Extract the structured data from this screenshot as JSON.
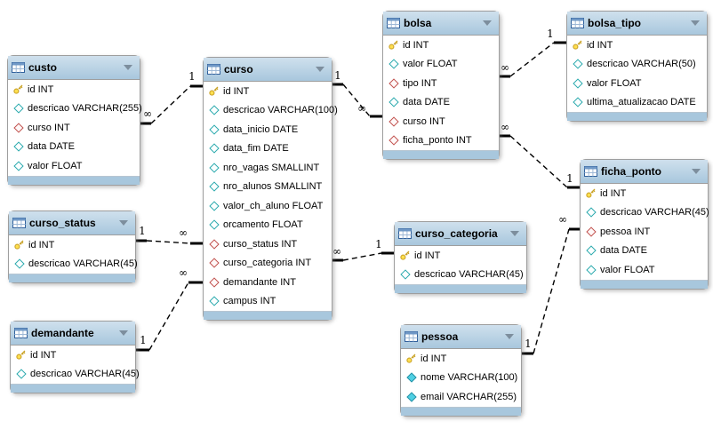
{
  "diagram": {
    "colors": {
      "table_header": "#a8c7dd",
      "table_border": "#9e9e9e",
      "column_diamond": "#2aa9ad",
      "foreign_key_diamond": "#c0504d",
      "notnull_diamond_fill": "#4fd0e4",
      "primary_key": "#ffdf4f",
      "relationship_line": "#000000"
    },
    "tables": [
      {
        "title": "custo",
        "icon": "table-icon",
        "collapse_icon": "collapse-arrow-icon",
        "fields": [
          {
            "icon": "primary-key-icon",
            "text": "id INT"
          },
          {
            "icon": "column-diamond-icon",
            "text": "descricao VARCHAR(255)"
          },
          {
            "icon": "fk-diamond-icon",
            "text": "curso INT"
          },
          {
            "icon": "column-diamond-icon",
            "text": "data DATE"
          },
          {
            "icon": "column-diamond-icon",
            "text": "valor FLOAT"
          }
        ]
      },
      {
        "title": "curso_status",
        "icon": "table-icon",
        "collapse_icon": "collapse-arrow-icon",
        "fields": [
          {
            "icon": "primary-key-icon",
            "text": "id INT"
          },
          {
            "icon": "column-diamond-icon",
            "text": "descricao VARCHAR(45)"
          }
        ]
      },
      {
        "title": "demandante",
        "icon": "table-icon",
        "collapse_icon": "collapse-arrow-icon",
        "fields": [
          {
            "icon": "primary-key-icon",
            "text": "id INT"
          },
          {
            "icon": "column-diamond-icon",
            "text": "descricao VARCHAR(45)"
          }
        ]
      },
      {
        "title": "curso",
        "icon": "table-icon",
        "collapse_icon": "collapse-arrow-icon",
        "fields": [
          {
            "icon": "primary-key-icon",
            "text": "id INT"
          },
          {
            "icon": "column-diamond-icon",
            "text": "descricao VARCHAR(100)"
          },
          {
            "icon": "column-diamond-icon",
            "text": "data_inicio DATE"
          },
          {
            "icon": "column-diamond-icon",
            "text": "data_fim DATE"
          },
          {
            "icon": "column-diamond-icon",
            "text": "nro_vagas SMALLINT"
          },
          {
            "icon": "column-diamond-icon",
            "text": "nro_alunos SMALLINT"
          },
          {
            "icon": "column-diamond-icon",
            "text": "valor_ch_aluno FLOAT"
          },
          {
            "icon": "column-diamond-icon",
            "text": "orcamento FLOAT"
          },
          {
            "icon": "fk-diamond-icon",
            "text": "curso_status INT"
          },
          {
            "icon": "fk-diamond-icon",
            "text": "curso_categoria INT"
          },
          {
            "icon": "fk-diamond-icon",
            "text": "demandante INT"
          },
          {
            "icon": "column-diamond-icon",
            "text": "campus INT"
          }
        ]
      },
      {
        "title": "bolsa",
        "icon": "table-icon",
        "collapse_icon": "collapse-arrow-icon",
        "fields": [
          {
            "icon": "primary-key-icon",
            "text": "id INT"
          },
          {
            "icon": "column-diamond-icon",
            "text": "valor FLOAT"
          },
          {
            "icon": "fk-diamond-icon",
            "text": "tipo INT"
          },
          {
            "icon": "column-diamond-icon",
            "text": "data DATE"
          },
          {
            "icon": "fk-diamond-icon",
            "text": "curso INT"
          },
          {
            "icon": "fk-diamond-icon",
            "text": "ficha_ponto INT"
          }
        ]
      },
      {
        "title": "bolsa_tipo",
        "icon": "table-icon",
        "collapse_icon": "collapse-arrow-icon",
        "fields": [
          {
            "icon": "primary-key-icon",
            "text": "id INT"
          },
          {
            "icon": "column-diamond-icon",
            "text": "descricao VARCHAR(50)"
          },
          {
            "icon": "column-diamond-icon",
            "text": "valor FLOAT"
          },
          {
            "icon": "column-diamond-icon",
            "text": "ultima_atualizacao DATE"
          }
        ]
      },
      {
        "title": "ficha_ponto",
        "icon": "table-icon",
        "collapse_icon": "collapse-arrow-icon",
        "fields": [
          {
            "icon": "primary-key-icon",
            "text": "id INT"
          },
          {
            "icon": "column-diamond-icon",
            "text": "descricao VARCHAR(45)"
          },
          {
            "icon": "fk-diamond-icon",
            "text": "pessoa INT"
          },
          {
            "icon": "column-diamond-icon",
            "text": "data DATE"
          },
          {
            "icon": "column-diamond-icon",
            "text": "valor FLOAT"
          }
        ]
      },
      {
        "title": "curso_categoria",
        "icon": "table-icon",
        "collapse_icon": "collapse-arrow-icon",
        "fields": [
          {
            "icon": "primary-key-icon",
            "text": "id INT"
          },
          {
            "icon": "column-diamond-icon",
            "text": "descricao VARCHAR(45)"
          }
        ]
      },
      {
        "title": "pessoa",
        "icon": "table-icon",
        "collapse_icon": "collapse-arrow-icon",
        "fields": [
          {
            "icon": "primary-key-icon",
            "text": "id INT"
          },
          {
            "icon": "column-diamond-filled-icon",
            "text": "nome VARCHAR(100)"
          },
          {
            "icon": "column-diamond-filled-icon",
            "text": "email VARCHAR(255)"
          }
        ]
      }
    ],
    "connections": [
      {
        "from_table": "custo",
        "to_table": "curso",
        "from_label": "∞",
        "to_label": "1"
      },
      {
        "from_table": "curso_status",
        "to_table": "curso",
        "from_label": "1",
        "to_label": "∞"
      },
      {
        "from_table": "demandante",
        "to_table": "curso",
        "from_label": "1",
        "to_label": "∞"
      },
      {
        "from_table": "curso",
        "to_table": "bolsa",
        "from_label": "1",
        "to_label": "∞"
      },
      {
        "from_table": "curso",
        "to_table": "curso_categoria",
        "from_label": "∞",
        "to_label": "1"
      },
      {
        "from_table": "bolsa",
        "to_table": "bolsa_tipo",
        "from_label": "∞",
        "to_label": "1"
      },
      {
        "from_table": "bolsa",
        "to_table": "ficha_ponto",
        "from_label": "∞",
        "to_label": "1"
      },
      {
        "from_table": "pessoa",
        "to_table": "ficha_ponto",
        "from_label": "1",
        "to_label": "∞"
      }
    ]
  }
}
